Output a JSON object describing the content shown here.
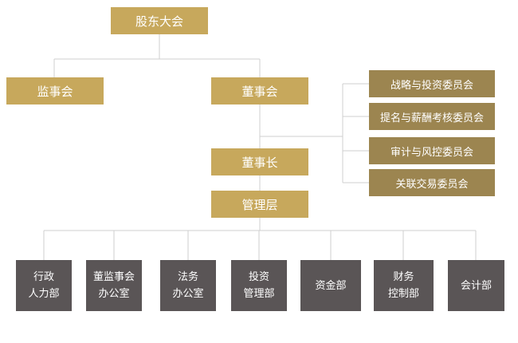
{
  "org": {
    "shareholders_meeting": "股东大会",
    "supervisory_board": "监事会",
    "board_of_directors": "董事会",
    "chairman": "董事长",
    "management": "管理层",
    "committees": [
      "战略与投资委员会",
      "提名与薪酬考核委员会",
      "审计与风控委员会",
      "关联交易委员会"
    ],
    "departments": [
      [
        "行政",
        "人力部"
      ],
      [
        "董监事会",
        "办公室"
      ],
      [
        "法务",
        "办公室"
      ],
      [
        "投资",
        "管理部"
      ],
      [
        "资金部"
      ],
      [
        "财务",
        "控制部"
      ],
      [
        "会计部"
      ]
    ]
  },
  "colors": {
    "gold": "#c7a85c",
    "committee": "#9c8550",
    "department": "#5a5556",
    "line": "#cfcfcf"
  }
}
